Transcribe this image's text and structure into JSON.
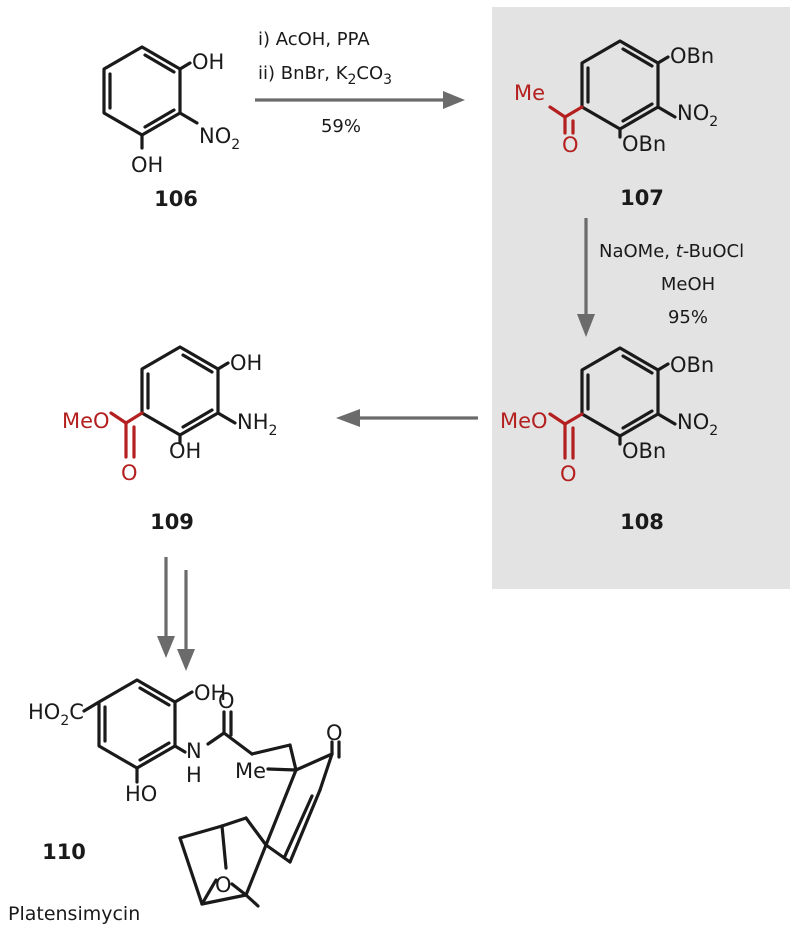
{
  "colors": {
    "highlight_bg": "#e3e3e3",
    "bond": "#1a1a1a",
    "accent_red": "#b41f1f",
    "arrow": "#6b6b6b"
  },
  "atoms": {
    "oh": "OH",
    "ho": "HO",
    "no2": "NO",
    "no2_sub": "2",
    "obn": "OBn",
    "me": "Me",
    "meo": "MeO",
    "o": "O",
    "nh2": "NH",
    "nh2_sub": "2",
    "nh": "N",
    "h": "H",
    "ho2c": "HO",
    "ho2c_sub": "2",
    "ho2c_c": "C"
  },
  "step1": {
    "line1": "i) AcOH, PPA",
    "line2_pre": "ii) BnBr, K",
    "line2_sub1": "2",
    "line2_mid": "CO",
    "line2_sub2": "3",
    "yield": "59%"
  },
  "step2": {
    "line1_a": "NaOMe, ",
    "line1_b": "t",
    "line1_c": "-BuOCl",
    "line2": "MeOH",
    "yield": "95%"
  },
  "compounds": {
    "c106": "106",
    "c107": "107",
    "c108": "108",
    "c109": "109",
    "c110": "110"
  },
  "product_name": "Platensimycin"
}
